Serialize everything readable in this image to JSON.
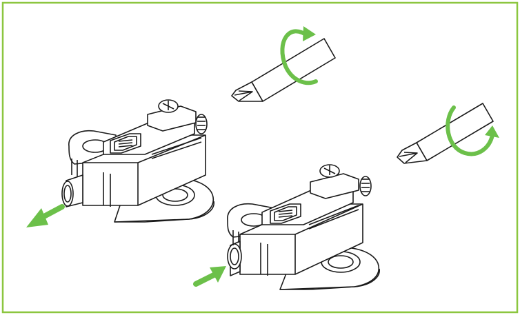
{
  "figure": {
    "frame_color": "#8cc63f",
    "accent_color": "#6cc04a",
    "line_color": "#1a1a1a",
    "fill_color": "#ffffff",
    "components": [
      "screwdriver-clockwise",
      "screwdriver-counterclockwise",
      "hinge-plate-released",
      "hinge-plate-engaged"
    ],
    "arrows": [
      {
        "name": "pull-arrow",
        "meaning": "release"
      },
      {
        "name": "push-arrow",
        "meaning": "engage"
      }
    ]
  }
}
